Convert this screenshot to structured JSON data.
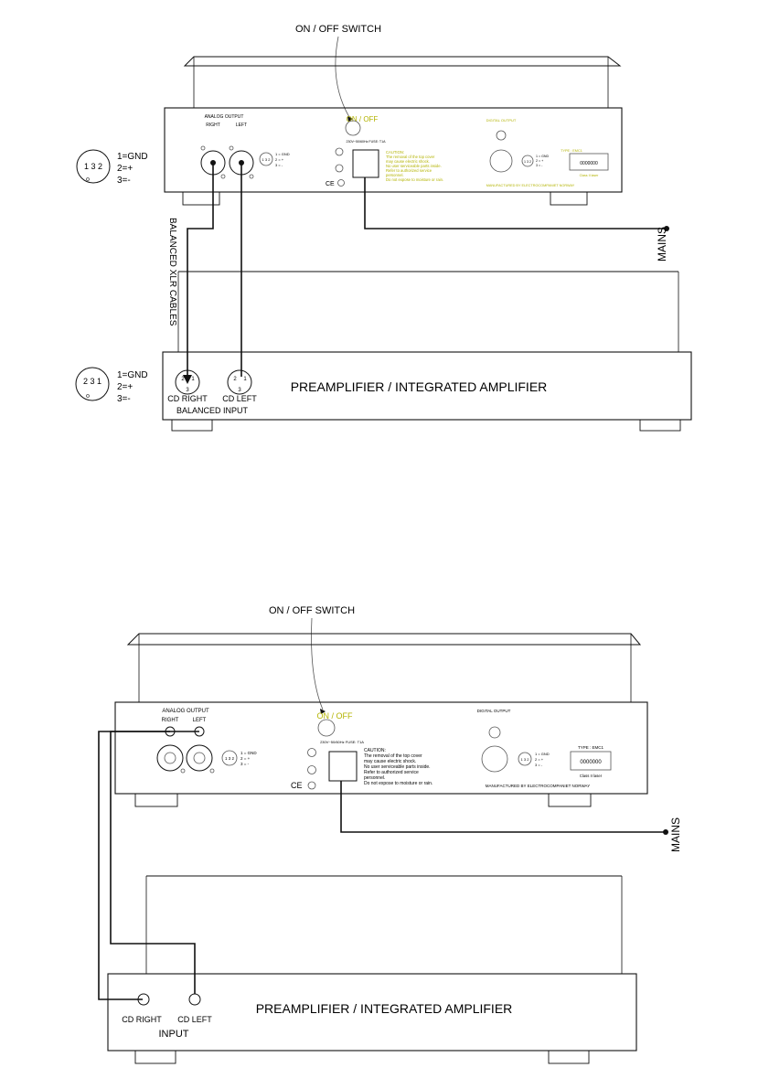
{
  "colors": {
    "ink": "#111111",
    "panel_text_yellow": "#b3b300",
    "background": "#ffffff"
  },
  "top": {
    "switch_callout": "ON / OFF SWITCH",
    "cd_panel": {
      "analog_output": "ANALOG OUTPUT",
      "right": "RIGHT",
      "left": "LEFT",
      "on_off": "ON / OFF",
      "fuse": "230V~50/60Hz  FUSE: T1A",
      "caution": [
        "CAUTION:",
        "The removal of the top cover",
        "may cause electric shock.",
        "No user serviceable parts inside.",
        "Refer to authorized service",
        "personnel.",
        "Do not expose to moisture or rain."
      ],
      "digital_output": "DIGITAL OUTPUT",
      "manufacturer": "MANUFACTURED BY ELECTROCOMPANIET  NORWAY",
      "type": "TYPE : EMC1",
      "serial": "0000000",
      "laser": "Class II laser",
      "mini_pin": [
        "1 = GND",
        "2 = +",
        "3 = -"
      ],
      "ce": "CE"
    },
    "xlr_out_pins": "1 3 2",
    "xlr_in_pins": "2 3 1",
    "pin_legend_out": [
      "1=GND",
      "2=+",
      "3=-"
    ],
    "pin_legend_in": [
      "1=GND",
      "2=+",
      "3=-"
    ],
    "cables_label": "BALANCED XLR CABLES",
    "mains": "MAINS",
    "amp": {
      "title": "PREAMPLIFIER / INTEGRATED AMPLIFIER",
      "cd_right": "CD RIGHT",
      "cd_left": "CD LEFT",
      "balanced_input": "BALANCED INPUT",
      "pin2": "2",
      "pin1": "1",
      "pin3": "3"
    }
  },
  "bottom": {
    "switch_callout": "ON / OFF SWITCH",
    "cd_panel": {
      "analog_output": "ANALOG OUTPUT",
      "right": "RIGHT",
      "left": "LEFT",
      "on_off": "ON / OFF",
      "fuse": "230V~50/60Hz  FUSE: T1A",
      "caution": [
        "CAUTION:",
        "The removal of the top cover",
        "may cause electric shock.",
        "No user serviceable parts inside.",
        "Refer to authorized service",
        "personnel.",
        "Do not expose to moisture or rain."
      ],
      "digital_output": "DIGITAL OUTPUT",
      "manufacturer": "MANUFACTURED BY ELECTROCOMPANIET  NORWAY",
      "type": "TYPE : EMC1",
      "serial": "0000000",
      "laser": "Class II laser",
      "mini_pin": [
        "1 = GND",
        "2 = +",
        "3 = -"
      ],
      "ce": "CE"
    },
    "mains": "MAINS",
    "amp": {
      "title": "PREAMPLIFIER / INTEGRATED AMPLIFIER",
      "cd_right": "CD RIGHT",
      "cd_left": "CD LEFT",
      "input": "INPUT"
    }
  }
}
